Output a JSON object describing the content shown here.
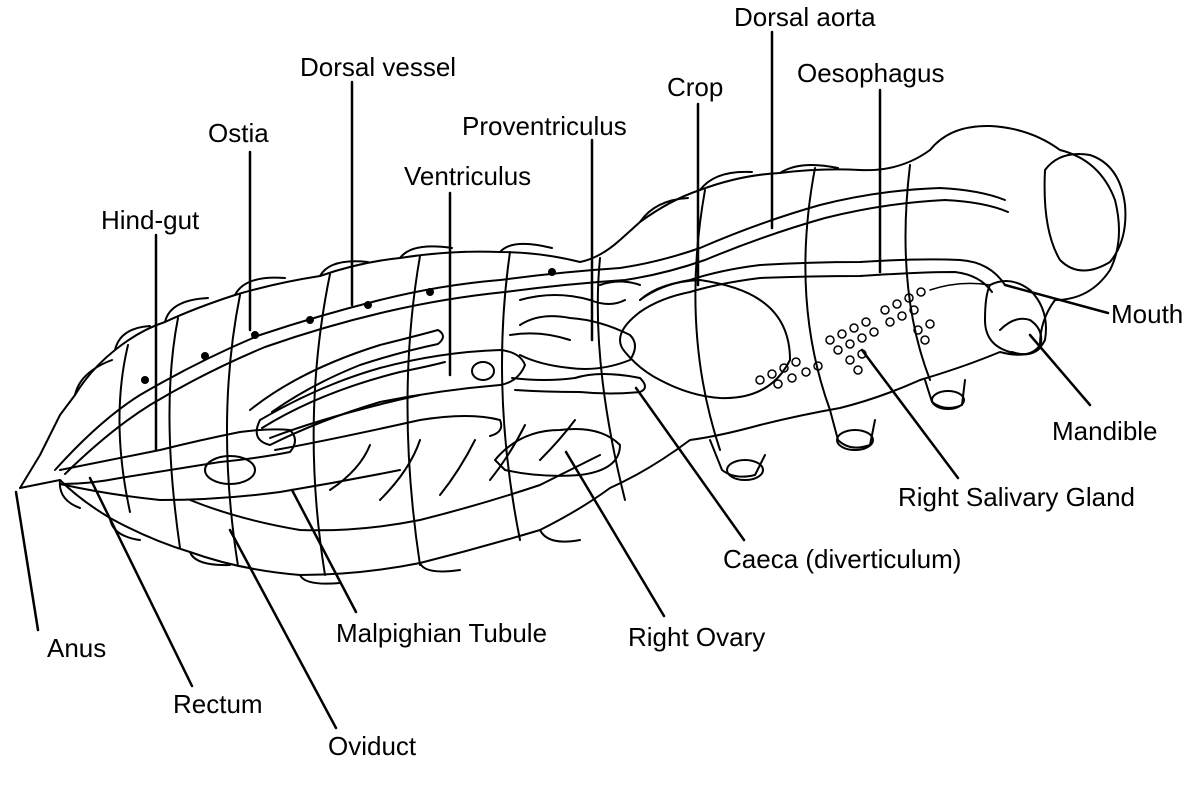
{
  "diagram": {
    "labels": {
      "dorsal_aorta": "Dorsal aorta",
      "dorsal_vessel": "Dorsal vessel",
      "oesophagus": "Oesophagus",
      "crop": "Crop",
      "proventriculus": "Proventriculus",
      "ostia": "Ostia",
      "ventriculus": "Ventriculus",
      "hind_gut": "Hind-gut",
      "mouth": "Mouth",
      "mandible": "Mandible",
      "right_salivary_gland": "Right Salivary Gland",
      "caeca": "Caeca (diverticulum)",
      "right_ovary": "Right Ovary",
      "malpighian_tubule": "Malpighian Tubule",
      "anus": "Anus",
      "rectum": "Rectum",
      "oviduct": "Oviduct"
    },
    "colors": {
      "ink": "#000000",
      "paper": "#ffffff",
      "shade": "#e9e9e9"
    }
  }
}
